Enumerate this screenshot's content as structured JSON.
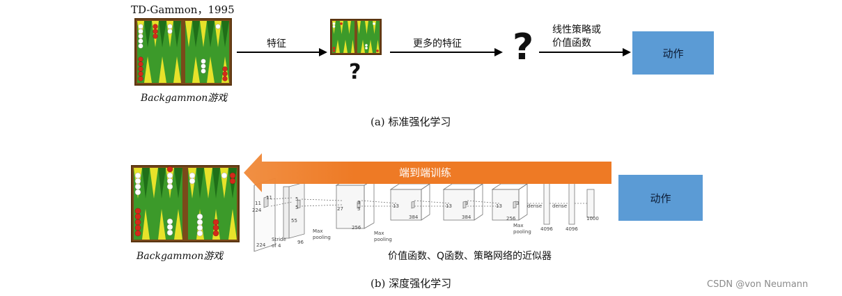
{
  "top": {
    "td_gammon_label": "TD-Gammon，1995",
    "game_label": "Backgammon游戏",
    "features_label": "特征",
    "more_features_label": "更多的特征",
    "policy_label_line1": "线性策略或",
    "policy_label_line2": "价值函数",
    "action_label": "动作",
    "small_qmark": "?",
    "big_qmark": "?",
    "caption": "(a) 标准强化学习"
  },
  "bottom": {
    "end_to_end_label": "端到端训练",
    "game_label": "Backgammon游戏",
    "action_label": "动作",
    "approximator_label": "价值函数、Q函数、策略网络的近似器",
    "caption": "(b) 深度强化学习",
    "cnn_labels": {
      "stride": "Stride",
      "of4": "of 4",
      "n224a": "224",
      "n224b": "224",
      "n11a": "11",
      "n11b": "11",
      "n5a": "5",
      "n5b": "5",
      "n55": "55",
      "n96": "96",
      "n27": "27",
      "n256a": "256",
      "n3a": "3",
      "n3b": "3",
      "n13a": "13",
      "n13b": "13",
      "n13c": "13",
      "n384a": "384",
      "n384b": "384",
      "n256b": "256",
      "n3c": "3",
      "n3d": "3",
      "dense1": "dense",
      "dense2": "dense",
      "n4096a": "4096",
      "n4096b": "4096",
      "n1000": "1000",
      "maxpool1": "Max",
      "pooling1": "pooling",
      "maxpool2": "Max",
      "pooling2": "pooling",
      "maxpool3": "Max",
      "pooling3": "pooling"
    }
  },
  "watermark": "CSDN @von  Neumann",
  "colors": {
    "action_box": "#5b9bd5",
    "orange_arrow": "#ef7d2a",
    "board_wood": "#7a4a1a",
    "board_green": "#3c9a2a",
    "board_yellow": "#e7e22a",
    "checker_red": "#d32a1a",
    "checker_white": "#ffffff"
  }
}
